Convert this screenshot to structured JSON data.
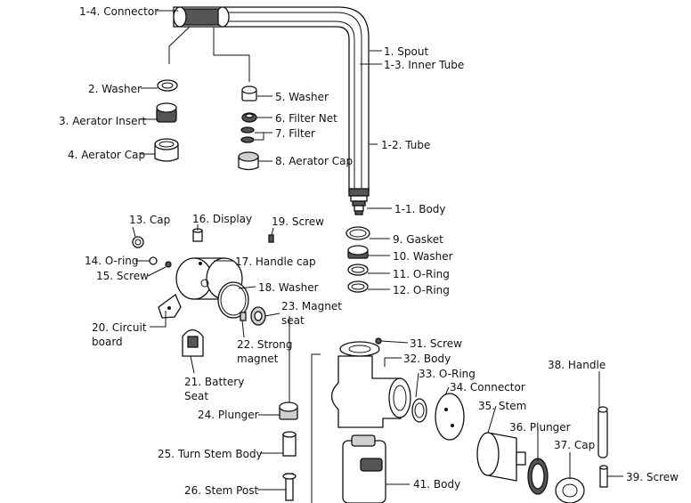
{
  "parts": [
    {
      "id": "p1_4",
      "text": "1-4. Connector"
    },
    {
      "id": "p1",
      "text": "1. Spout"
    },
    {
      "id": "p1_3",
      "text": "1-3. Inner Tube"
    },
    {
      "id": "p2",
      "text": "2. Washer"
    },
    {
      "id": "p5",
      "text": "5. Washer"
    },
    {
      "id": "p3",
      "text": "3. Aerator Insert"
    },
    {
      "id": "p6",
      "text": "6. Filter Net"
    },
    {
      "id": "p7",
      "text": "7. Filter"
    },
    {
      "id": "p1_2",
      "text": "1-2. Tube"
    },
    {
      "id": "p4",
      "text": "4. Aerator Cap"
    },
    {
      "id": "p8",
      "text": "8. Aerator Cap"
    },
    {
      "id": "p1_1",
      "text": "1-1. Body"
    },
    {
      "id": "p13",
      "text": "13. Cap"
    },
    {
      "id": "p16",
      "text": "16. Display"
    },
    {
      "id": "p19",
      "text": "19. Screw"
    },
    {
      "id": "p9",
      "text": "9. Gasket"
    },
    {
      "id": "p10",
      "text": "10. Washer"
    },
    {
      "id": "p14",
      "text": "14. O-ring"
    },
    {
      "id": "p17",
      "text": "17. Handle cap"
    },
    {
      "id": "p15",
      "text": "15. Screw"
    },
    {
      "id": "p11",
      "text": "11. O-Ring"
    },
    {
      "id": "p18",
      "text": "18. Washer"
    },
    {
      "id": "p12",
      "text": "12. O-Ring"
    },
    {
      "id": "p23a",
      "text": "23. Magnet"
    },
    {
      "id": "p23b",
      "text": "seat"
    },
    {
      "id": "p20a",
      "text": "20. Circuit"
    },
    {
      "id": "p20b",
      "text": "board"
    },
    {
      "id": "p22a",
      "text": "22. Strong"
    },
    {
      "id": "p22b",
      "text": "magnet"
    },
    {
      "id": "p31",
      "text": "31. Screw"
    },
    {
      "id": "p32",
      "text": "32. Body"
    },
    {
      "id": "p38",
      "text": "38. Handle"
    },
    {
      "id": "p33",
      "text": "33. O-Ring"
    },
    {
      "id": "p21a",
      "text": "21. Battery"
    },
    {
      "id": "p21b",
      "text": "Seat"
    },
    {
      "id": "p34",
      "text": "34. Connector"
    },
    {
      "id": "p35",
      "text": "35. Stem"
    },
    {
      "id": "p24",
      "text": "24. Plunger"
    },
    {
      "id": "p36",
      "text": "36. Plunger"
    },
    {
      "id": "p37",
      "text": "37. Cap"
    },
    {
      "id": "p25",
      "text": "25. Turn Stem Body"
    },
    {
      "id": "p39",
      "text": "39. Screw"
    },
    {
      "id": "p41",
      "text": "41. Body"
    },
    {
      "id": "p26",
      "text": "26. Stem Post"
    }
  ]
}
